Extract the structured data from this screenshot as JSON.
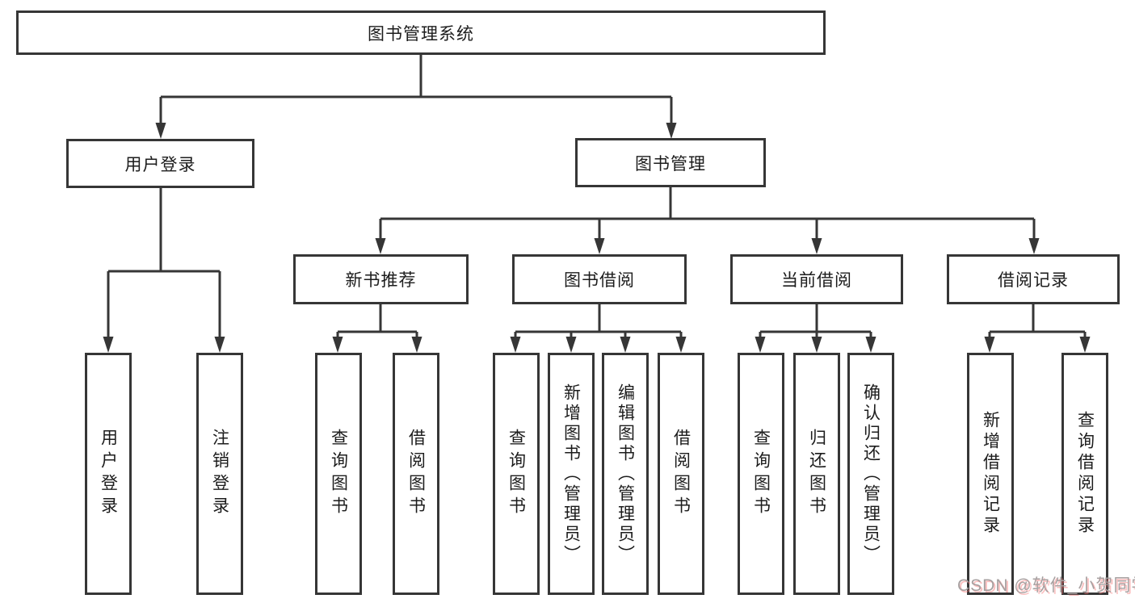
{
  "diagram": {
    "colors": {
      "line": "#363636",
      "box_border": "#363636",
      "text": "#1c1c1c",
      "background": "#ffffff",
      "watermark_gray": "#a7a0a0",
      "watermark_red_shadow": "#f76f6f"
    },
    "tree": {
      "root": {
        "label": "图书管理系统"
      },
      "branches": [
        {
          "label": "用户登录",
          "children": [
            {
              "label": "用户登录"
            },
            {
              "label": "注销登录"
            }
          ]
        },
        {
          "label": "图书管理",
          "children": [
            {
              "label": "新书推荐",
              "children": [
                {
                  "label": "查询图书"
                },
                {
                  "label": "借阅图书"
                }
              ]
            },
            {
              "label": "图书借阅",
              "children": [
                {
                  "label": "查询图书"
                },
                {
                  "label": "新增图书（管理员）"
                },
                {
                  "label": "编辑图书（管理员）"
                },
                {
                  "label": "借阅图书"
                }
              ]
            },
            {
              "label": "当前借阅",
              "children": [
                {
                  "label": "查询图书"
                },
                {
                  "label": "归还图书"
                },
                {
                  "label": "确认归还（管理员）"
                }
              ]
            },
            {
              "label": "借阅记录",
              "children": [
                {
                  "label": "新增借阅记录"
                },
                {
                  "label": "查询借阅记录"
                }
              ]
            }
          ]
        }
      ]
    },
    "watermark": {
      "text": "CSDN @软件_小贺同学"
    }
  }
}
